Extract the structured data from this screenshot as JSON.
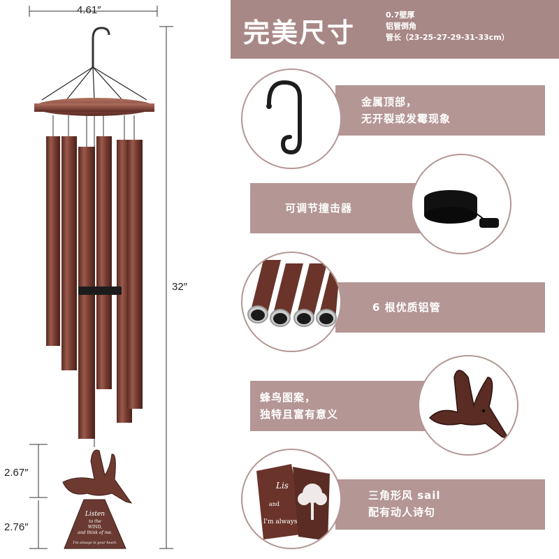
{
  "dimensions": {
    "width_label": "4.61″",
    "height_label": "32″",
    "bird_label": "2.67″",
    "sail_label": "2.76″"
  },
  "title": {
    "main": "完美尺寸",
    "spec_line1": "0.7壁厚",
    "spec_line2": "铝管倒角",
    "spec_line3": "管长（23-25-27-29-31-33cm）"
  },
  "features": [
    {
      "line1": "金属顶部，",
      "line2": "无开裂或发霉现象",
      "icon": "hook-icon"
    },
    {
      "line1": "可调节撞击器",
      "line2": "",
      "icon": "striker-icon"
    },
    {
      "line1": "6 根优质铝管",
      "line2": "",
      "icon": "tubes-icon"
    },
    {
      "line1": "蜂鸟图案，",
      "line2": "独特且富有意义",
      "icon": "hummingbird-icon"
    },
    {
      "line1": "三角形风 sail",
      "line2": "配有动人诗句",
      "icon": "sail-icon"
    }
  ],
  "sail_text": {
    "l1": "Listen",
    "l2": "to the",
    "l3": "WIND,",
    "l4": "and think of me.",
    "l5": "I'm always in your heart.",
    "closeup_l1": "Lis",
    "closeup_l2": "and",
    "closeup_l3": "I'm always"
  },
  "colors": {
    "band": "#b49694",
    "title_band": "#a88886",
    "copper": "#8a4a3e"
  }
}
